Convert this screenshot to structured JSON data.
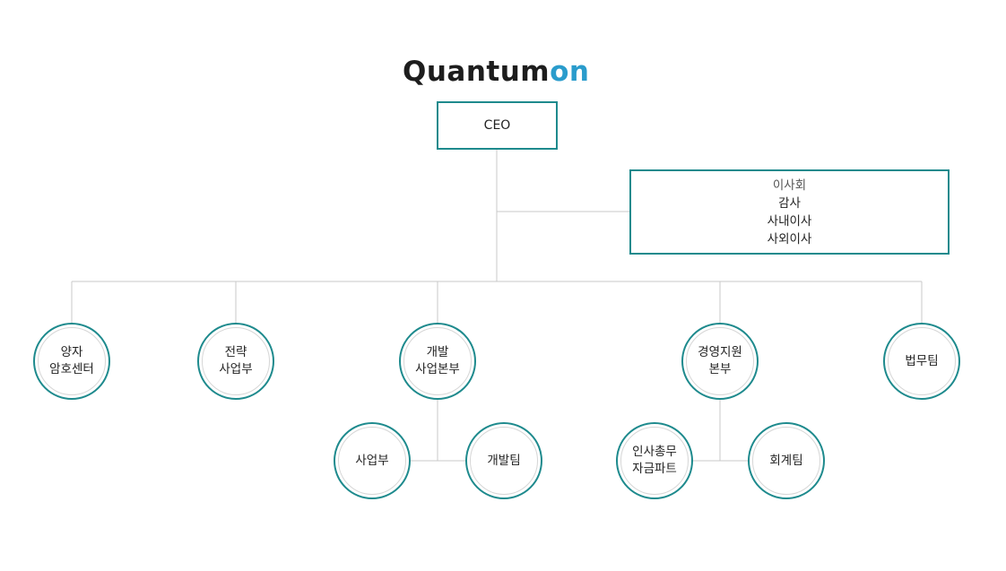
{
  "logo": {
    "dark": "Quantum",
    "accent": "on",
    "accent_color": "#2a9ccc"
  },
  "ceo": "CEO",
  "board": {
    "title": "이사회",
    "members": [
      "감사",
      "사내이사",
      "사외이사"
    ]
  },
  "divisions": [
    {
      "label": "양자\n암호센터"
    },
    {
      "label": "전략\n사업부"
    },
    {
      "label": "개발\n사업본부",
      "children": [
        "사업부",
        "개발팀"
      ]
    },
    {
      "label": "경영지원\n본부",
      "children": [
        "인사총무\n자금파트",
        "회계팀"
      ]
    },
    {
      "label": "법무팀"
    }
  ],
  "colors": {
    "border": "#1e8a8d",
    "line": "#c8c8c8"
  }
}
